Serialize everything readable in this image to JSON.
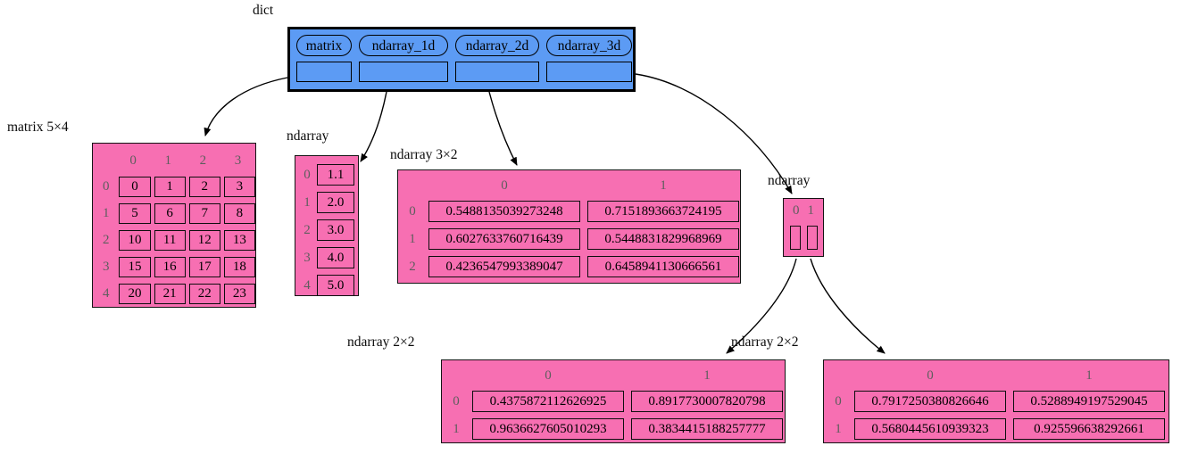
{
  "colors": {
    "node_pink": "#f76fb2",
    "node_blue": "#5c9bf4",
    "edge_black": "#000000",
    "index_gray": "#5e5e5e"
  },
  "dict": {
    "label": "dict",
    "keys": [
      "matrix",
      "ndarray_1d",
      "ndarray_2d",
      "ndarray_3d"
    ]
  },
  "matrix": {
    "label": "matrix 5×4",
    "col_headers": [
      "0",
      "1",
      "2",
      "3"
    ],
    "row_headers": [
      "0",
      "1",
      "2",
      "3",
      "4"
    ],
    "rows": [
      [
        "0",
        "1",
        "2",
        "3"
      ],
      [
        "5",
        "6",
        "7",
        "8"
      ],
      [
        "10",
        "11",
        "12",
        "13"
      ],
      [
        "15",
        "16",
        "17",
        "18"
      ],
      [
        "20",
        "21",
        "22",
        "23"
      ]
    ]
  },
  "nd1": {
    "label": "ndarray",
    "row_headers": [
      "0",
      "1",
      "2",
      "3",
      "4"
    ],
    "values": [
      "1.1",
      "2.0",
      "3.0",
      "4.0",
      "5.0"
    ]
  },
  "nd2": {
    "label": "ndarray 3×2",
    "col_headers": [
      "0",
      "1"
    ],
    "row_headers": [
      "0",
      "1",
      "2"
    ],
    "rows": [
      [
        "0.5488135039273248",
        "0.7151893663724195"
      ],
      [
        "0.6027633760716439",
        "0.5448831829968969"
      ],
      [
        "0.4236547993389047",
        "0.6458941130666561"
      ]
    ]
  },
  "spine": {
    "label": "ndarray",
    "col_headers": [
      "0",
      "1"
    ]
  },
  "b0": {
    "label": "ndarray 2×2",
    "col_headers": [
      "0",
      "1"
    ],
    "row_headers": [
      "0",
      "1"
    ],
    "rows": [
      [
        "0.4375872112626925",
        "0.8917730007820798"
      ],
      [
        "0.9636627605010293",
        "0.3834415188257777"
      ]
    ]
  },
  "b1": {
    "label": "ndarray 2×2",
    "col_headers": [
      "0",
      "1"
    ],
    "row_headers": [
      "0",
      "1"
    ],
    "rows": [
      [
        "0.7917250380826646",
        "0.5288949197529045"
      ],
      [
        "0.5680445610939323",
        "0.925596638292661"
      ]
    ]
  }
}
